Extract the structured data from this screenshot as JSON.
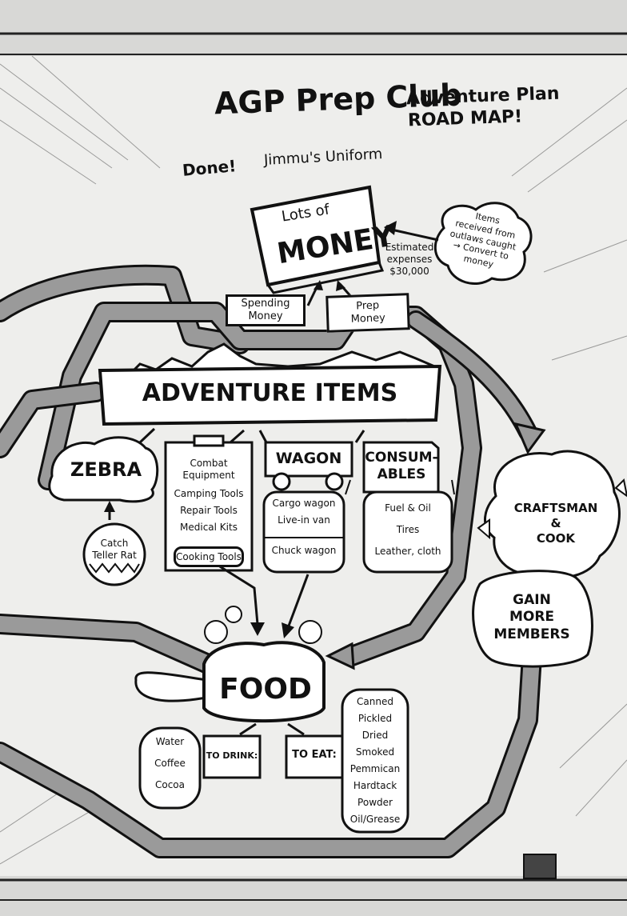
{
  "title": {
    "main": "AGP Prep Club",
    "sub1": "Adventure Plan",
    "sub2": "ROAD MAP!"
  },
  "status": {
    "done": "Done!",
    "item": "Jimmu's Uniform"
  },
  "money": {
    "line1": "Lots of",
    "line2": "MONEY",
    "estimated": [
      "Estimated",
      "expenses",
      "$30,000"
    ],
    "items_received": [
      "Items",
      "received from",
      "outlaws caught",
      "→ Convert to",
      "money"
    ],
    "spending": [
      "Spending",
      "Money"
    ],
    "prep": [
      "Prep",
      "Money"
    ]
  },
  "adventure_items": "ADVENTURE ITEMS",
  "zebra": {
    "label": "ZEBRA",
    "catch": [
      "Catch",
      "Teller Rat"
    ]
  },
  "equipment": {
    "items": [
      "Combat",
      "Equipment",
      "Camping Tools",
      "Repair Tools",
      "Medical Kits"
    ],
    "cooking": "Cooking Tools"
  },
  "wagon": {
    "label": "WAGON",
    "options": [
      "Cargo wagon",
      "Live-in van"
    ],
    "chuck": "Chuck wagon"
  },
  "consumables": {
    "label": [
      "CONSUM-",
      "ABLES"
    ],
    "items": [
      "Fuel & Oil",
      "Tires",
      "Leather, cloth"
    ]
  },
  "craftsman": [
    "CRAFTSMAN",
    "&",
    "COOK"
  ],
  "members": [
    "GAIN",
    "MORE",
    "MEMBERS"
  ],
  "food": {
    "label": "FOOD",
    "to_drink": "TO DRINK:",
    "to_eat": "TO EAT:",
    "drinks": [
      "Water",
      "Coffee",
      "Cocoa"
    ],
    "foods": [
      "Canned",
      "Pickled",
      "Dried",
      "Smoked",
      "Pemmican",
      "Hardtack",
      "Powder",
      "Oil/Grease"
    ]
  },
  "colors": {
    "paper": "#eeeeec",
    "ink": "#111111",
    "road": "#9a9a9a"
  }
}
